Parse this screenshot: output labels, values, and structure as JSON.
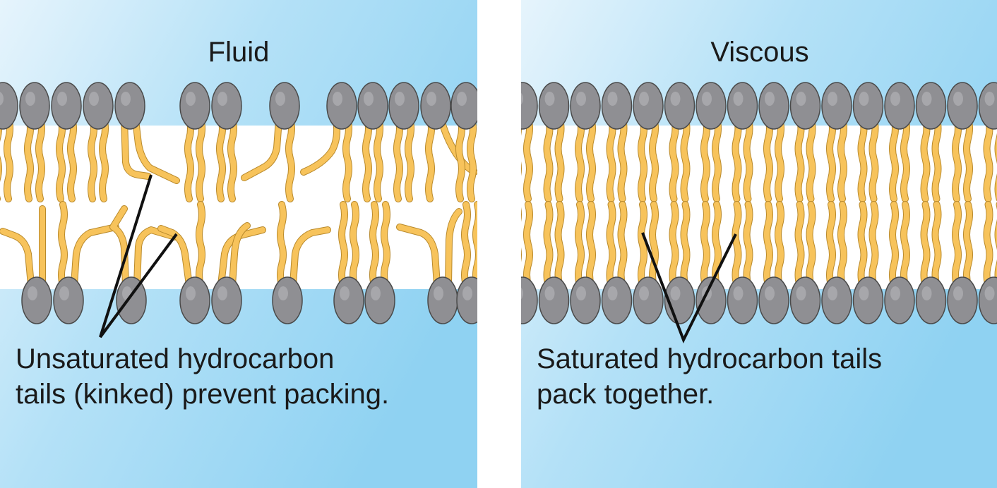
{
  "panels": {
    "fluid": {
      "title": "Fluid",
      "caption_line1": "Unsaturated hydrocarbon",
      "caption_line2": "tails (kinked) prevent packing."
    },
    "viscous": {
      "title": "Viscous",
      "caption_line1": "Saturated hydrocarbon tails",
      "caption_line2": "pack together."
    }
  },
  "colors": {
    "background_light": "#e6f4fc",
    "background_blue": "#8fd2f2",
    "bilayer_core": "#ffffff",
    "head_fill": "#8f8f93",
    "head_stroke": "#4a4a4a",
    "tail_fill": "#f7c35b",
    "tail_stroke": "#b98a2c",
    "pointer_line": "#111111"
  }
}
